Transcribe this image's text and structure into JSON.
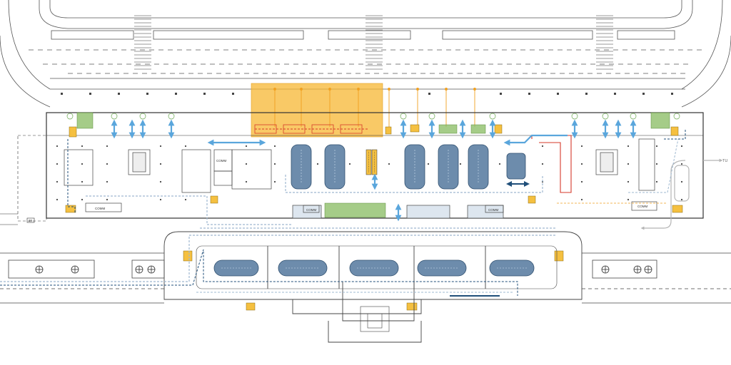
{
  "labels": {
    "comm": "COMM",
    "tu": "TU",
    "small_tag": "38"
  },
  "colors": {
    "line": "#555555",
    "dark_line": "#333333",
    "pillar": "#555555",
    "flow_light_blue": "#5aa6dc",
    "flow_dark_blue": "#1f4e79",
    "flow_gray_blue": "#9fb8d0",
    "bag_claim_fill": "#5d7fa3",
    "bag_claim_stroke": "#2f4f6f",
    "yellow_zone": "#f7b733",
    "orange": "#f0a020",
    "red": "#d63a2a",
    "green": "#8fbf6a",
    "gray_route": "#b5b5b5"
  },
  "icons": [
    "up-down-arrow-icon",
    "left-right-arrow-icon",
    "restroom-icon",
    "elevator-icon",
    "escalator-icon",
    "marker-icon"
  ]
}
